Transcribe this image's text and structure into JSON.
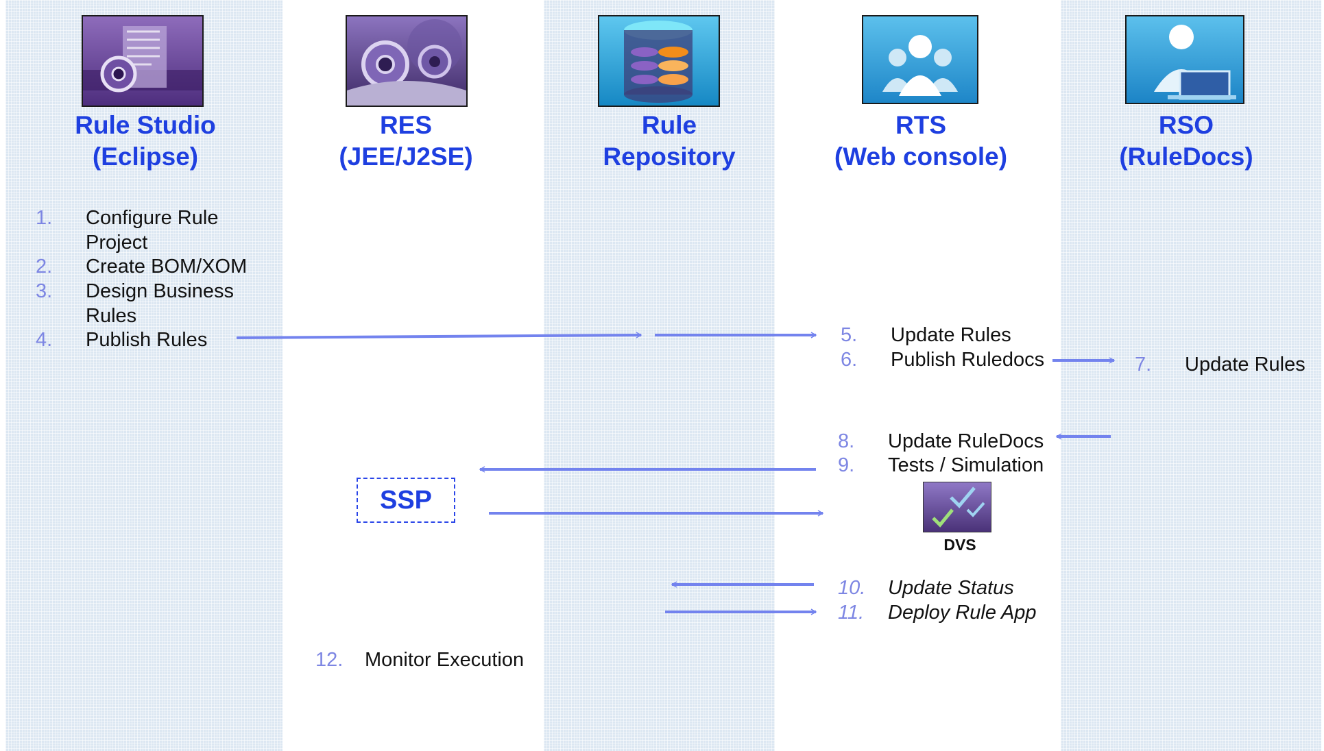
{
  "columns": [
    {
      "id": "rule-studio",
      "title_line1": "Rule Studio",
      "title_line2": "(Eclipse)",
      "icon": "gear-document-icon"
    },
    {
      "id": "res",
      "title_line1": "RES",
      "title_line2": "(JEE/J2SE)",
      "icon": "gears-icon"
    },
    {
      "id": "rule-repository",
      "title_line1": "Rule",
      "title_line2": "Repository",
      "icon": "database-icon"
    },
    {
      "id": "rts",
      "title_line1": "RTS",
      "title_line2": "(Web console)",
      "icon": "users-group-icon"
    },
    {
      "id": "rso",
      "title_line1": "RSO",
      "title_line2": "(RuleDocs)",
      "icon": "user-laptop-icon"
    }
  ],
  "rule_studio_steps": [
    {
      "num": "1.",
      "lines": [
        "Configure  Rule",
        "Project"
      ]
    },
    {
      "num": "2.",
      "lines": [
        "Create BOM/XOM"
      ]
    },
    {
      "num": "3.",
      "lines": [
        "Design Business",
        "Rules"
      ]
    },
    {
      "num": "4.",
      "lines": [
        "Publish Rules"
      ]
    }
  ],
  "rts_steps_a": [
    {
      "num": "5.",
      "text": "Update Rules"
    },
    {
      "num": "6.",
      "text": "Publish Ruledocs"
    }
  ],
  "rso_step": {
    "num": "7.",
    "text": "Update Rules"
  },
  "rts_steps_b": [
    {
      "num": "8.",
      "text": "Update RuleDocs"
    },
    {
      "num": "9.",
      "text": "Tests / Simulation"
    }
  ],
  "rts_steps_c": [
    {
      "num": "10.",
      "text": "Update Status"
    },
    {
      "num": "11.",
      "text": "Deploy Rule App"
    }
  ],
  "res_step": {
    "num": "12.",
    "text": "Monitor Execution"
  },
  "ssp_label": "SSP",
  "dvs_label": "DVS",
  "colors": {
    "title": "#1e3fe0",
    "arrow": "#7383ee",
    "number": "#7d86e3",
    "lane": "#dce7f2"
  }
}
